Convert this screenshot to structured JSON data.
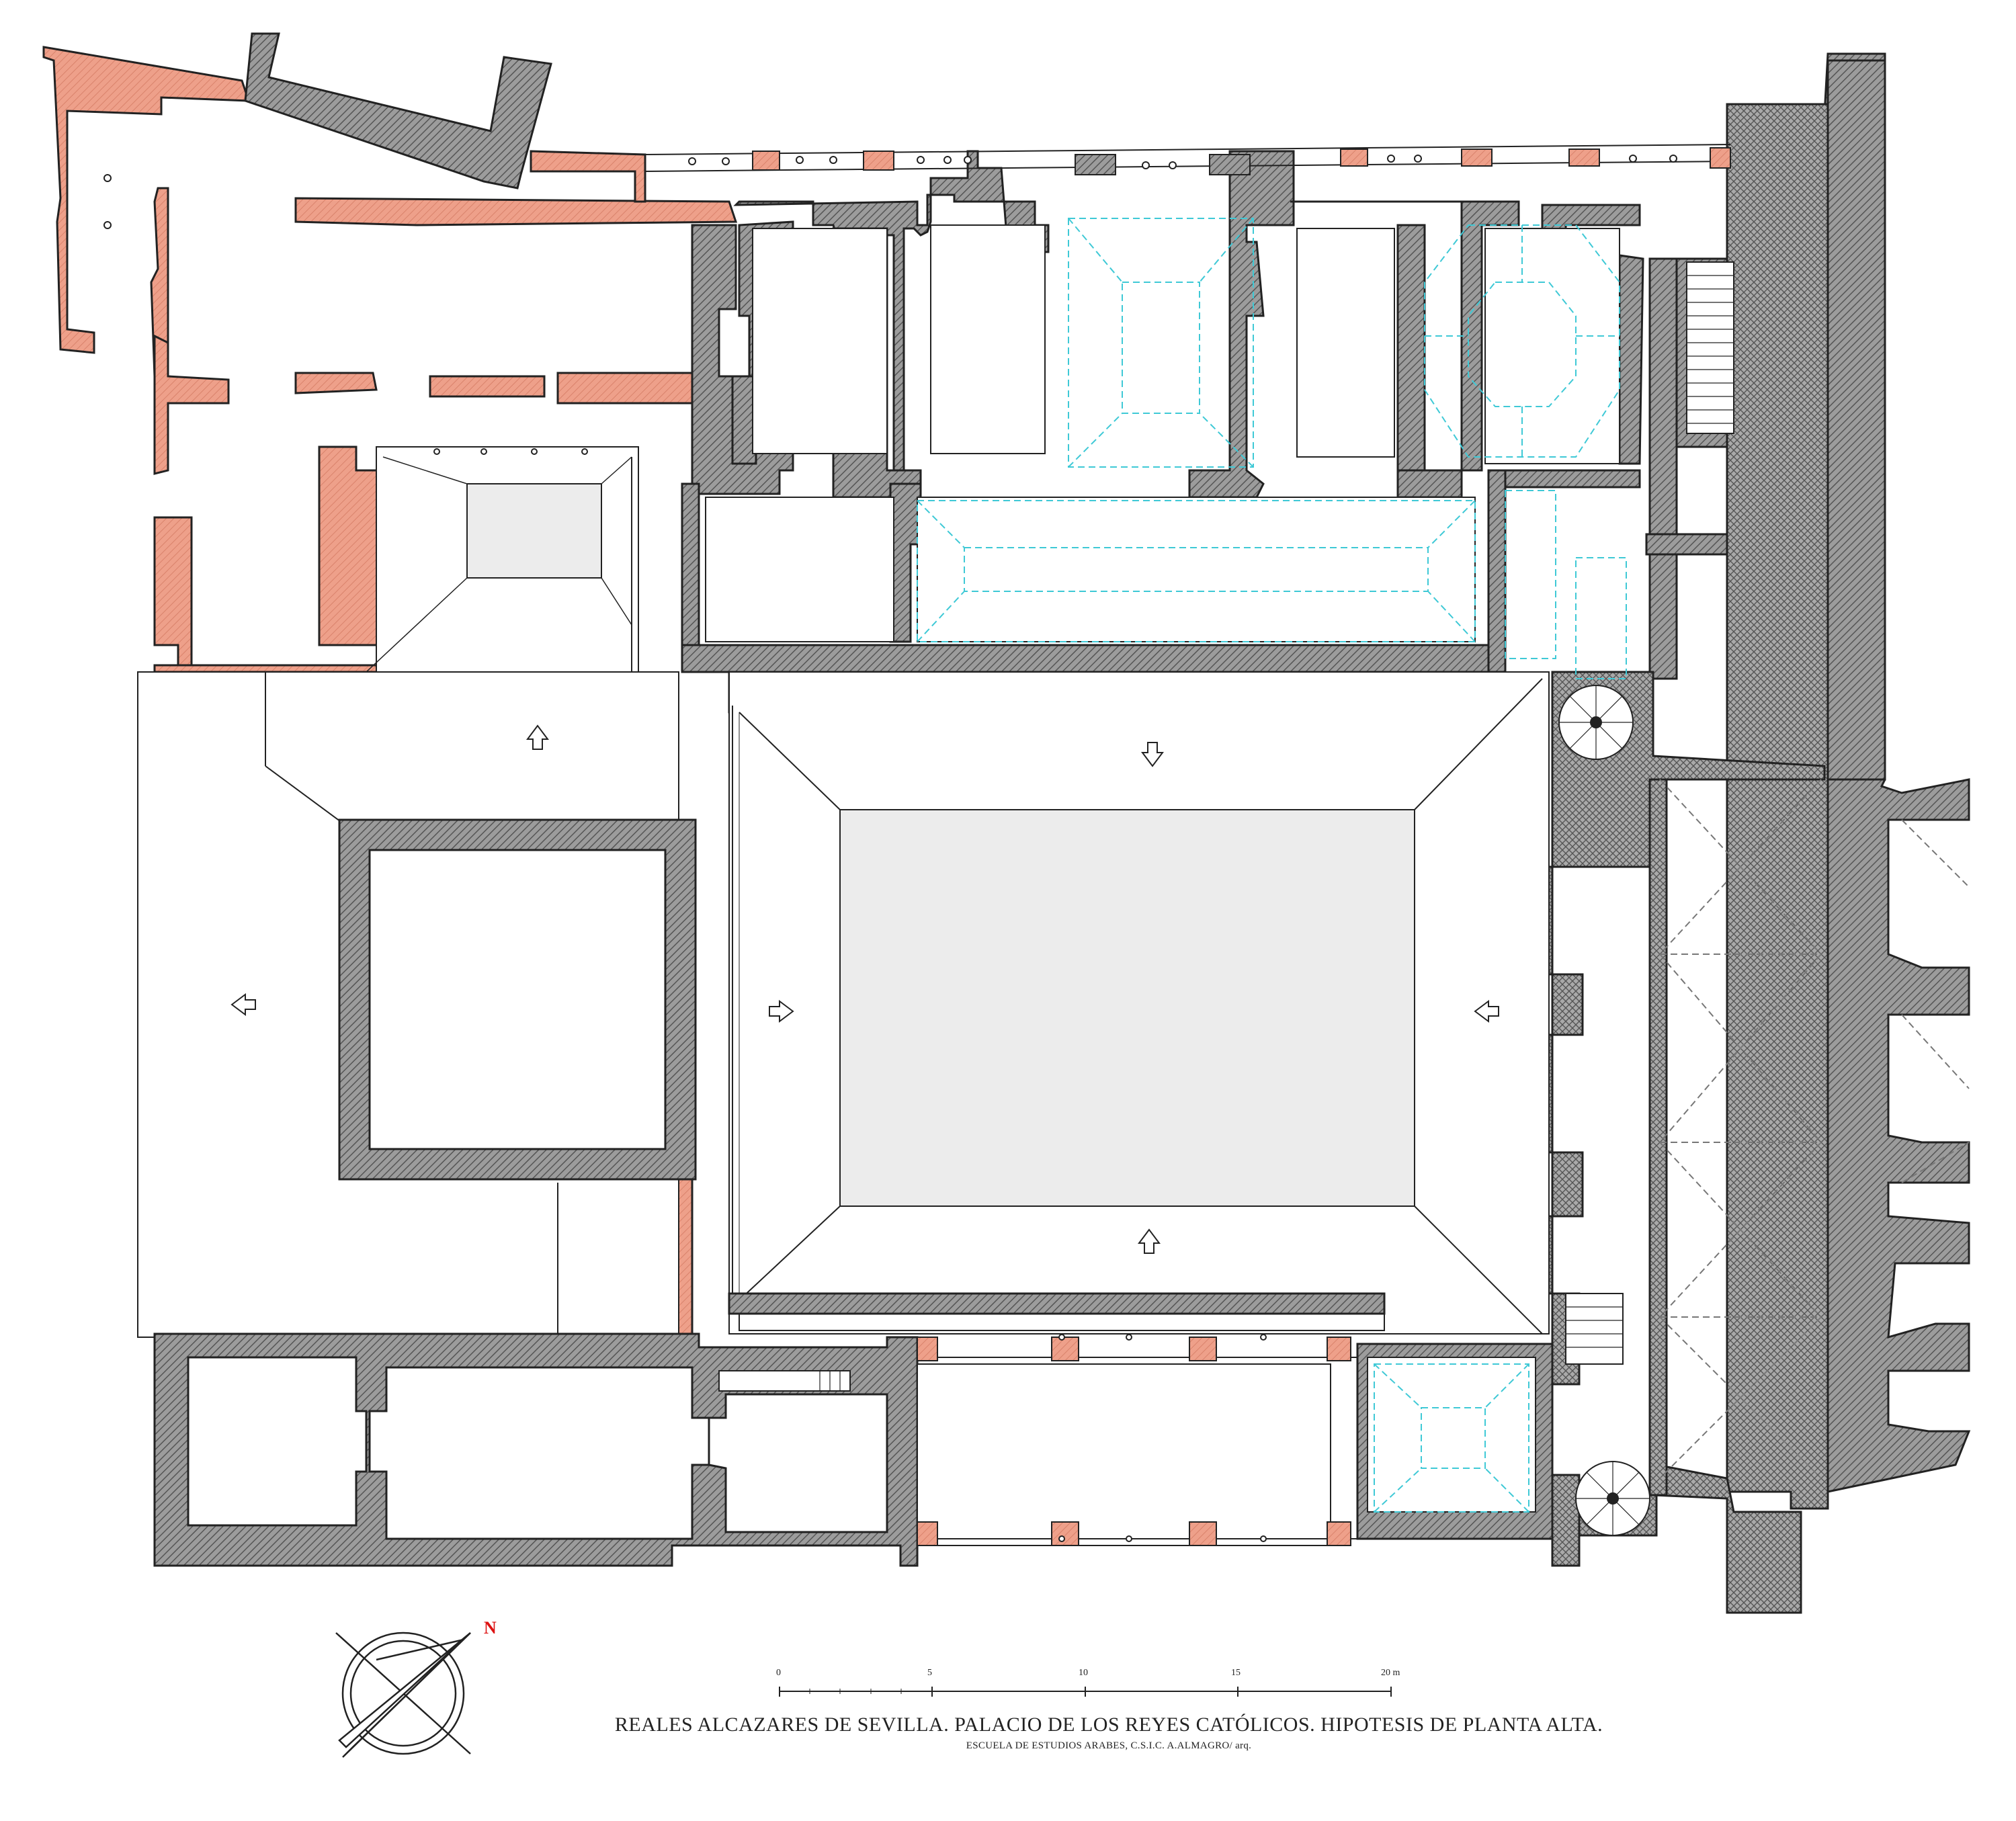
{
  "title": "REALES ALCAZARES DE SEVILLA. PALACIO DE LOS REYES CATÓLICOS. HIPOTESIS DE PLANTA ALTA.",
  "subtitle": "ESCUELA DE ESTUDIOS ARABES, C.S.I.C. A.ALMAGRO/ arq.",
  "north_label": "N",
  "scale": {
    "ticks": [
      "0",
      "5",
      "10",
      "15",
      "20 m"
    ]
  },
  "colors": {
    "wall_hatch": "#6f6f6f",
    "wall_fill": "#9a9a9a",
    "restored_wall": "#e99a84",
    "vault_lines": "#3fc9d6",
    "patio_fill": "#ececec",
    "line": "#222222"
  },
  "legend_note": ""
}
